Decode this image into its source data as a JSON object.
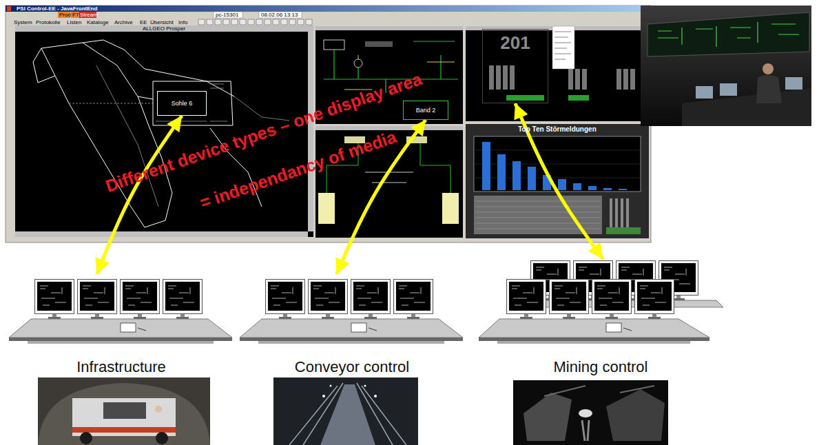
{
  "diagram": {
    "nodes": [
      {
        "text": [
          "PSI Control-EE - JavaFrontEnd"
        ]
      },
      {
        "text": [
          "Sohle 6"
        ],
        "in": 0
      },
      {
        "text": [
          "Band 2"
        ],
        "in": 0
      },
      {
        "text": [
          "201"
        ],
        "in": 0
      },
      {
        "text": [
          "Top Ten Störmeldungen"
        ],
        "in": 0
      },
      {
        "text": [
          "Infrastructure"
        ]
      },
      {
        "text": [
          "Conveyor control"
        ]
      },
      {
        "text": [
          "Mining control"
        ]
      }
    ],
    "edges": [
      {
        "from": 1,
        "to": 5,
        "arrow": "both"
      },
      {
        "from": 2,
        "to": 6,
        "arrow": "both"
      },
      {
        "from": 3,
        "to": 7,
        "arrow": "both"
      }
    ],
    "labels": [
      "Prod",
      "FT",
      "Stream",
      "pc-15301",
      "08.02.06 13:13",
      "System",
      "Protokolle",
      "Listen",
      "Kataloge",
      "Archive",
      "EE",
      "Übersicht",
      "Info",
      "ALLGEO Prosper",
      "Different device types – one display area",
      "= independancy of media"
    ]
  }
}
